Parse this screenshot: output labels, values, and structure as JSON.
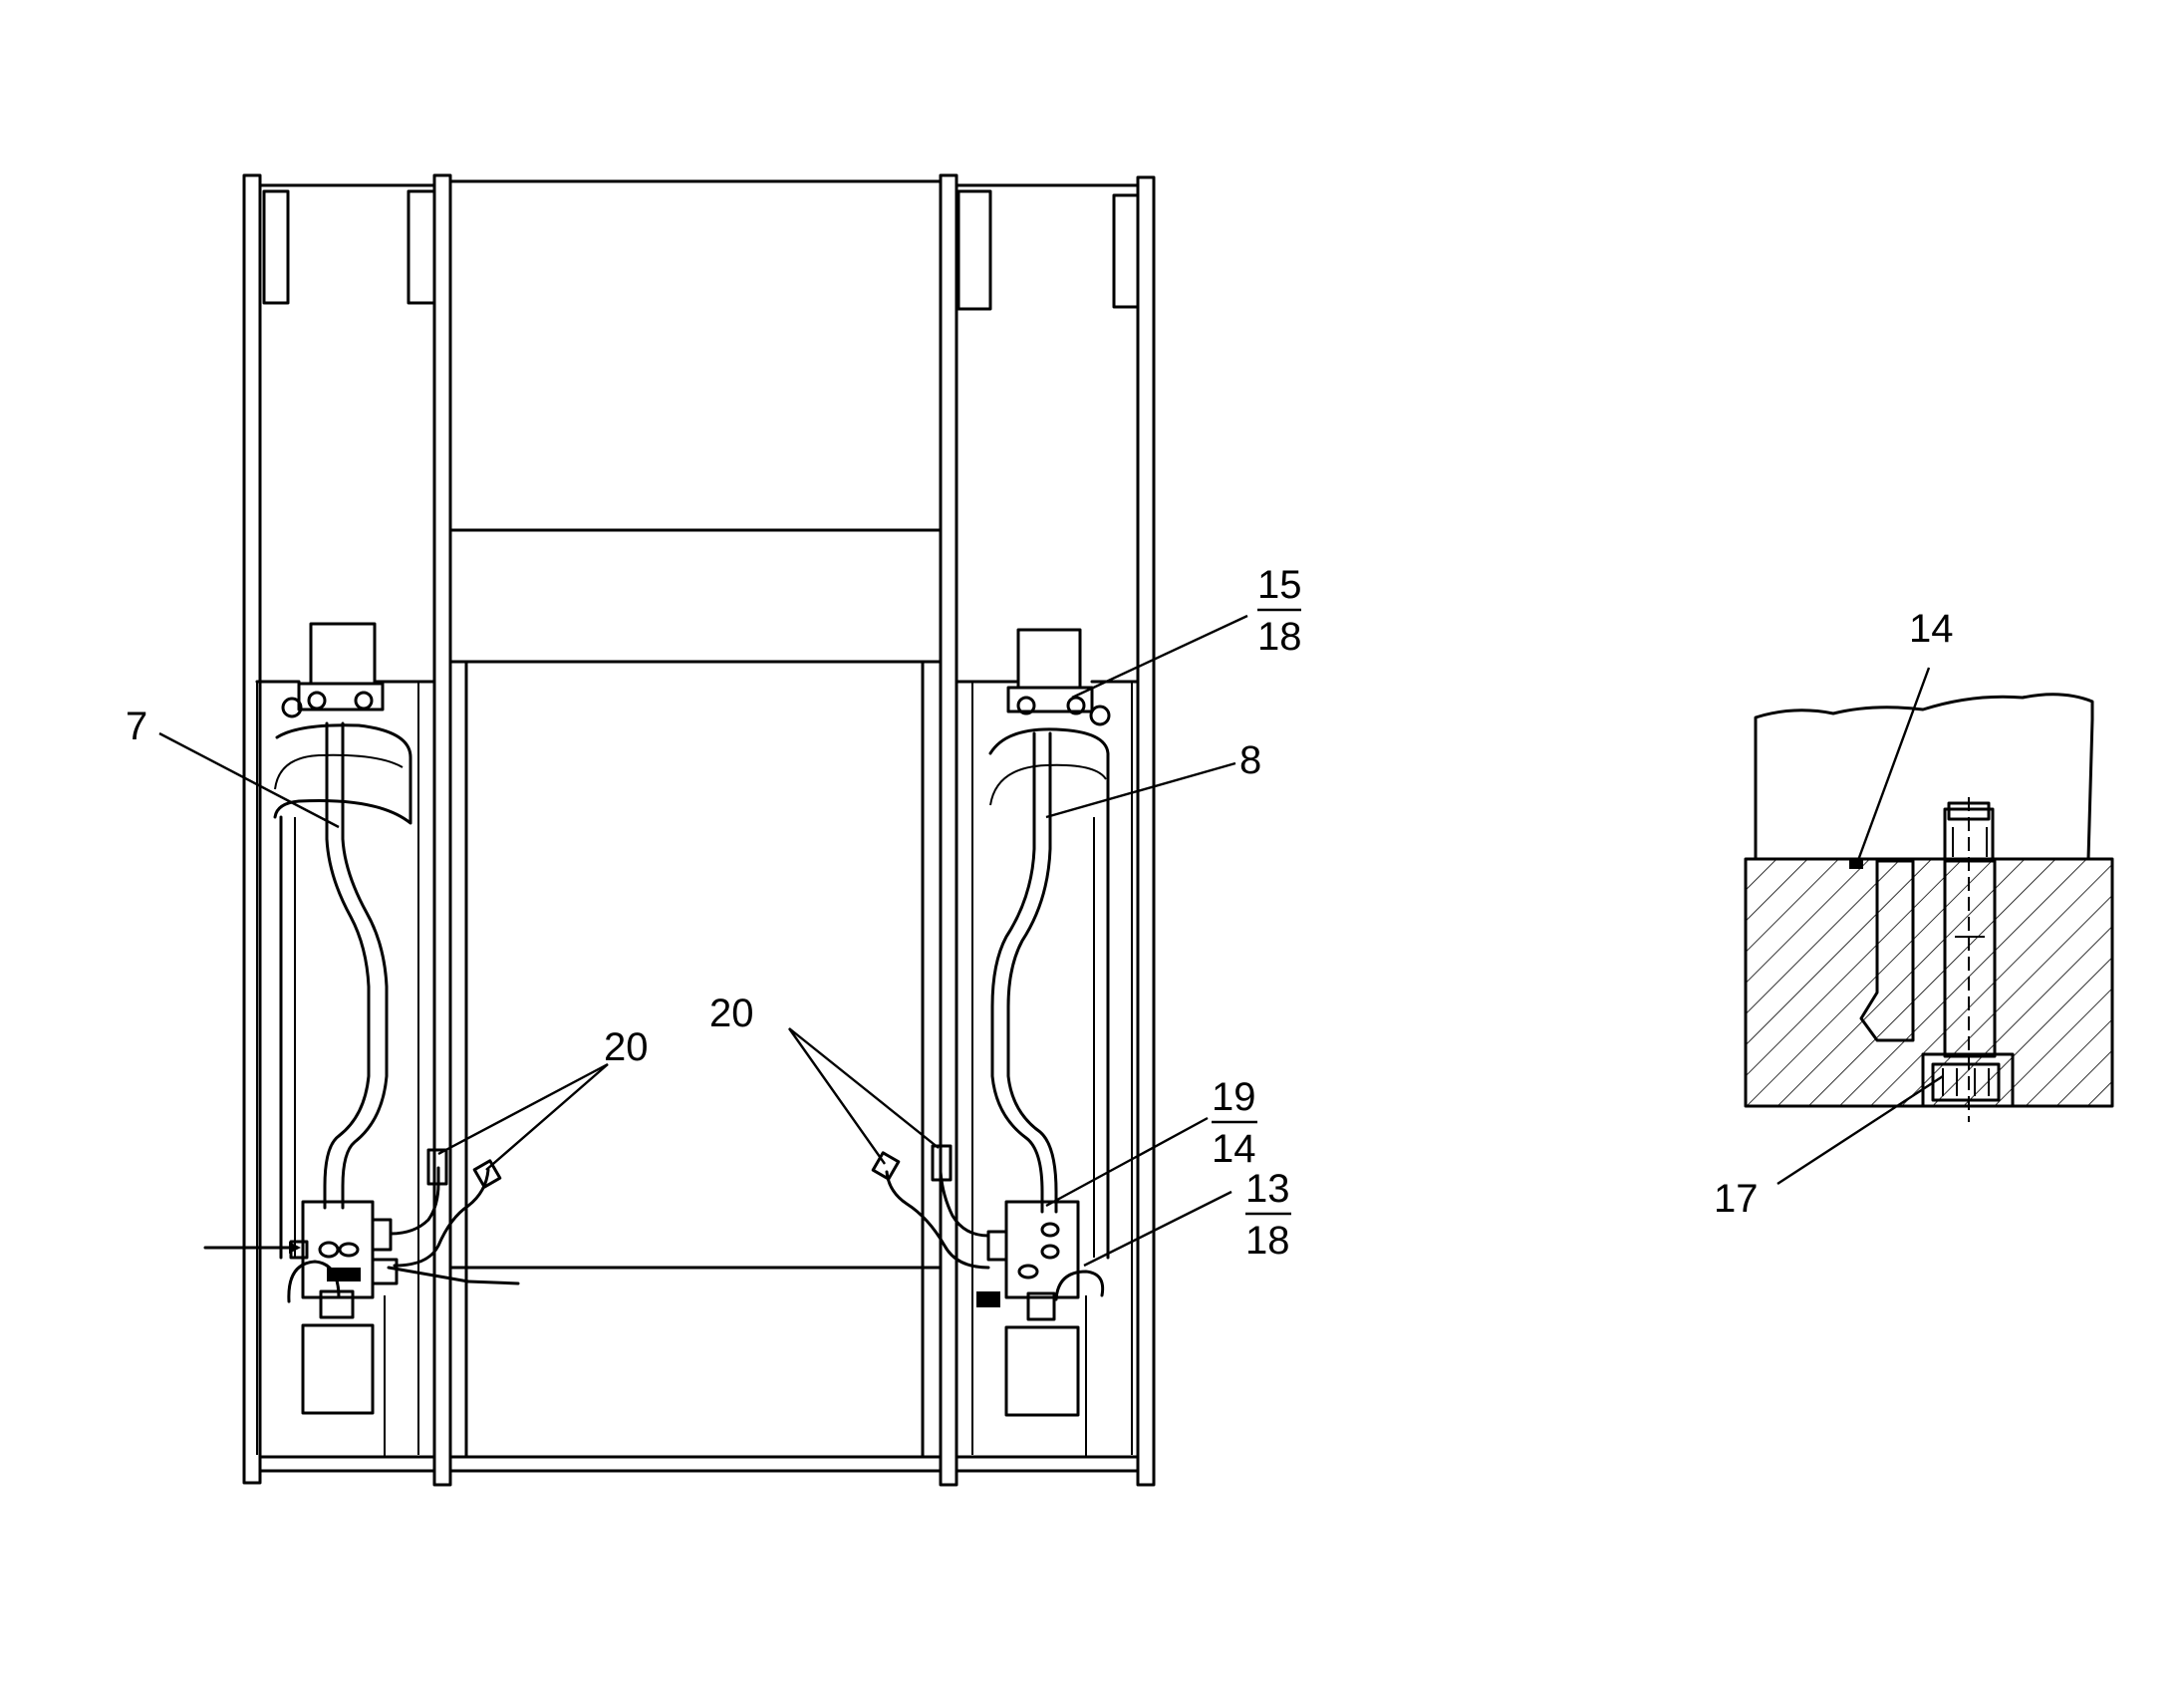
{
  "callouts": {
    "left_hose": "7",
    "right_hose": "8",
    "frac_top_num": "15",
    "frac_top_den": "18",
    "left_pair": "20",
    "right_pair": "20",
    "frac_mid_num": "19",
    "frac_mid_den": "14",
    "frac_low_num": "13",
    "frac_low_den": "18",
    "detail_top": "14",
    "detail_bottom": "17"
  }
}
